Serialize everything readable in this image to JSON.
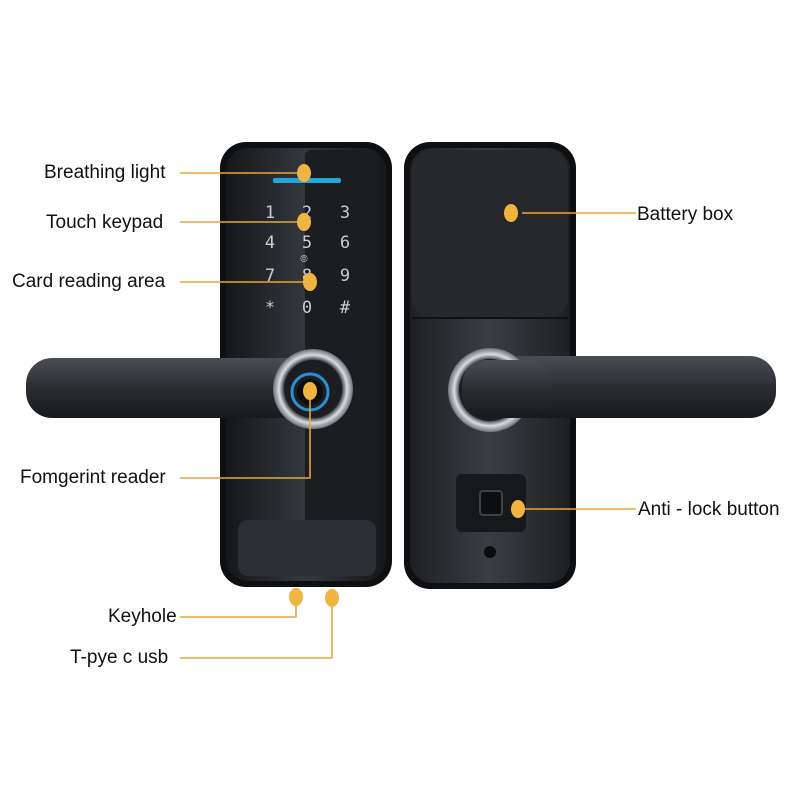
{
  "labels": {
    "breathing_light": "Breathing light",
    "touch_keypad": "Touch keypad",
    "card_reading_area": "Card reading area",
    "fingerprint_reader": "Fomgerint reader",
    "keyhole": "Keyhole",
    "usb": "T-pye c usb",
    "battery_box": "Battery box",
    "anti_lock_button": "Anti - lock button"
  },
  "keypad": [
    "1",
    "2",
    "3",
    "4",
    "5",
    "6",
    "7",
    "8",
    "9",
    "*",
    "0",
    "#"
  ],
  "colors": {
    "marker": "#f0b443",
    "leader_line": "#e8a53a",
    "lock_body": "#2a2c30",
    "breathing_light": "#22a8d8",
    "fingerprint_ring": "#2b8fd6"
  }
}
